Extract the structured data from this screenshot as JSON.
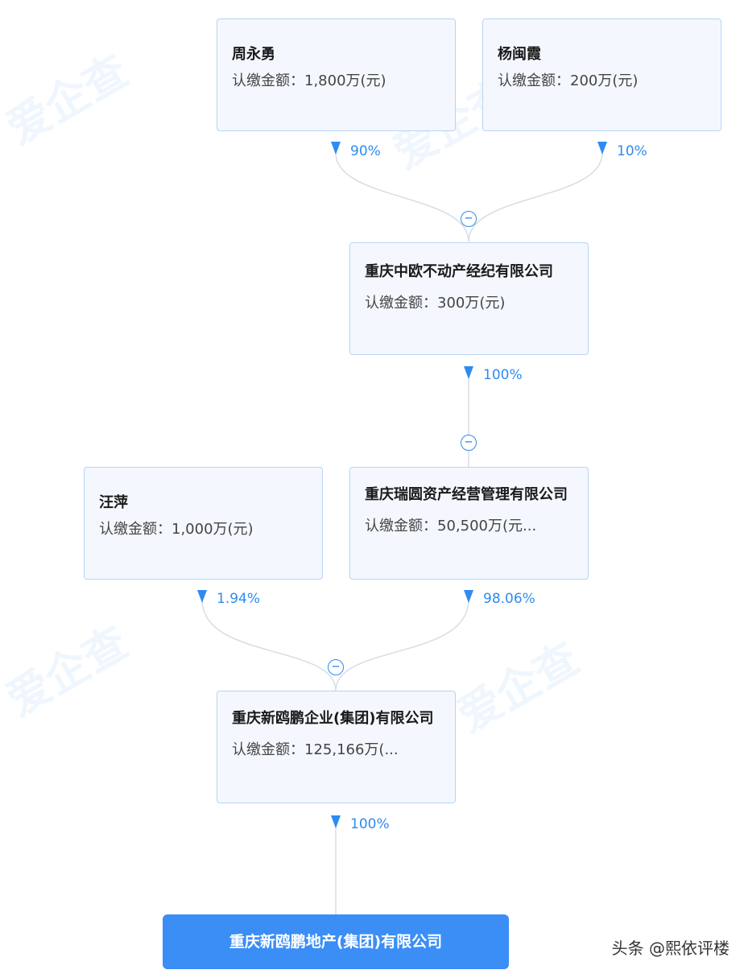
{
  "watermark_text": "爱企查",
  "colors": {
    "accent": "#2e8bf0",
    "box_bg": "#f4f8fe",
    "box_border": "#b8d3f4",
    "target_bg": "#3a8ef6",
    "line": "#d7dde6"
  },
  "nodes": {
    "zhou": {
      "name": "周永勇",
      "amount": "认缴金额：1,800万(元)"
    },
    "yang": {
      "name": "杨闽霞",
      "amount": "认缴金额：200万(元)"
    },
    "zhongou": {
      "name": "重庆中欧不动产经纪有限公司",
      "amount": "认缴金额：300万(元)"
    },
    "wang": {
      "name": "汪萍",
      "amount": "认缴金额：1,000万(元)"
    },
    "ruiyuan": {
      "name": "重庆瑞圆资产经营管理有限公司",
      "amount": "认缴金额：50,500万(元..."
    },
    "xinouyuan": {
      "name": "重庆新鸥鹏企业(集团)有限公司",
      "amount": "认缴金额：125,166万(..."
    },
    "target": {
      "name": "重庆新鸥鹏地产(集团)有限公司"
    }
  },
  "percentages": {
    "zhou": "90%",
    "yang": "10%",
    "zhongou": "100%",
    "wang": "1.94%",
    "ruiyuan": "98.06%",
    "xinouyuan": "100%"
  },
  "collapse_symbol": "−",
  "credit": "头条 @熙依评楼"
}
